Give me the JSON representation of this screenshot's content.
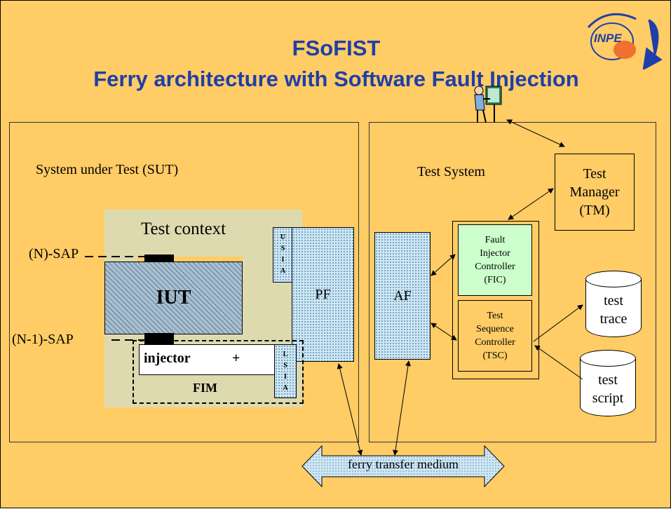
{
  "title": "FSoFIST",
  "subtitle": "Ferry architecture with Software Fault Injection",
  "logo_text": "INPE",
  "sut": {
    "label": "System under Test (SUT)",
    "test_context": "Test context",
    "iut": "IUT",
    "n_sap": "(N)-SAP",
    "n1_sap": "(N-1)-SAP",
    "usia": [
      "U",
      "S",
      "I",
      "A"
    ],
    "lsia": [
      "L",
      "S",
      "I",
      "A"
    ],
    "injector": "injector",
    "plus": "+",
    "fim": "FIM",
    "pf": "PF"
  },
  "test_system": {
    "label": "Test System",
    "af": "AF",
    "tm": [
      "Test",
      "Manager",
      "(TM)"
    ],
    "fic": [
      "Fault",
      "Injector",
      "Controller",
      "(FIC)"
    ],
    "tsc": [
      "Test",
      "Sequence",
      "Controller",
      "(TSC)"
    ],
    "trace": [
      "test",
      "trace"
    ],
    "script": [
      "test",
      "script"
    ]
  },
  "medium": "ferry transfer medium",
  "colors": {
    "background": "#FFCC66",
    "title": "#1F3FA8",
    "fic": "#CCFFCC",
    "test_context": "#DDDAB0",
    "dots": "#cfe7f5"
  }
}
